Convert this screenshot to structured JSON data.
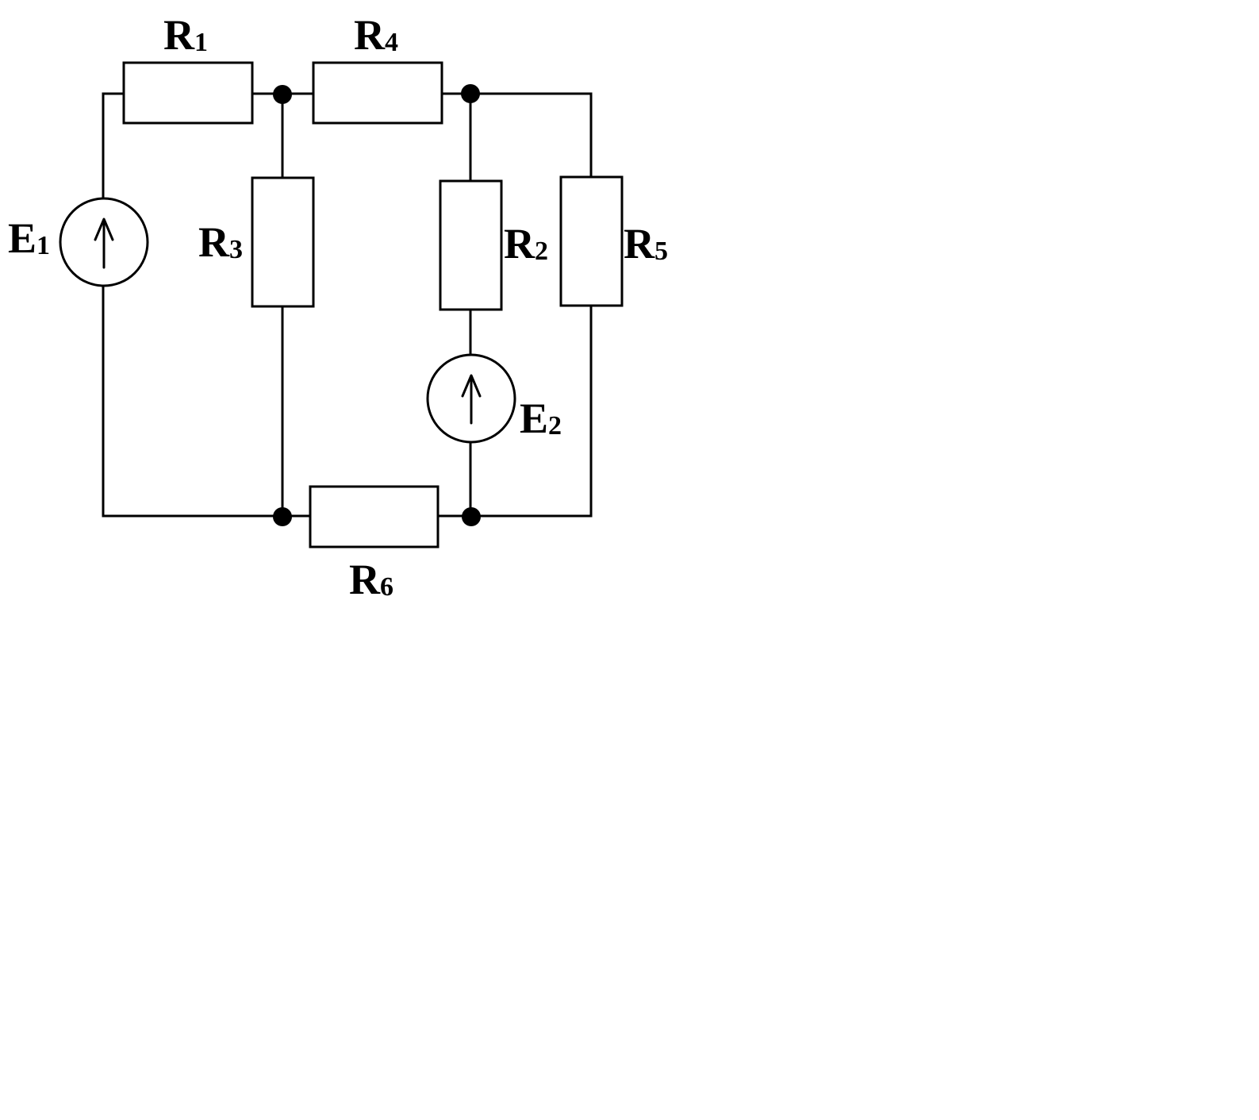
{
  "labels": {
    "r1": {
      "main": "R",
      "sub": "1"
    },
    "r2": {
      "main": "R",
      "sub": "2"
    },
    "r3": {
      "main": "R",
      "sub": "3"
    },
    "r4": {
      "main": "R",
      "sub": "4"
    },
    "r5": {
      "main": "R",
      "sub": "5"
    },
    "r6": {
      "main": "R",
      "sub": "6"
    },
    "e1": {
      "main": "E",
      "sub": "1"
    },
    "e2": {
      "main": "E",
      "sub": "2"
    }
  },
  "colors": {
    "line": "#000000",
    "background": "#ffffff"
  },
  "icons": {
    "source_symbol": "circle-with-up-arrow",
    "resistor_symbol": "rectangle"
  }
}
